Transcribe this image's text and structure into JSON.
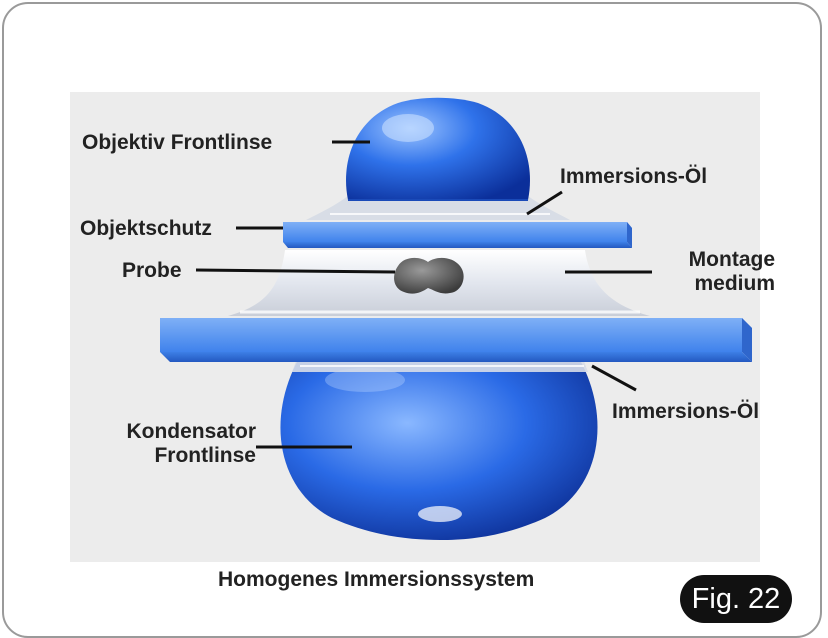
{
  "labels": {
    "objective_front_lens": "Objektiv Frontlinse",
    "immersion_oil_top": "Immersions-Öl",
    "specimen_cover": "Objektschutz",
    "sample": "Probe",
    "mounting_medium_line1": "Montage",
    "mounting_medium_line2": "medium",
    "immersion_oil_bottom": "Immersions-Öl",
    "condenser_line1": "Kondensator",
    "condenser_line2": "Frontlinse"
  },
  "caption": "Homogenes Immersionssystem",
  "figure_badge": "Fig. 22",
  "colors": {
    "lens_blue": "#1f5fe0",
    "slide_blue": "#4a8ff0",
    "background": "#ececec",
    "badge": "#111111"
  }
}
